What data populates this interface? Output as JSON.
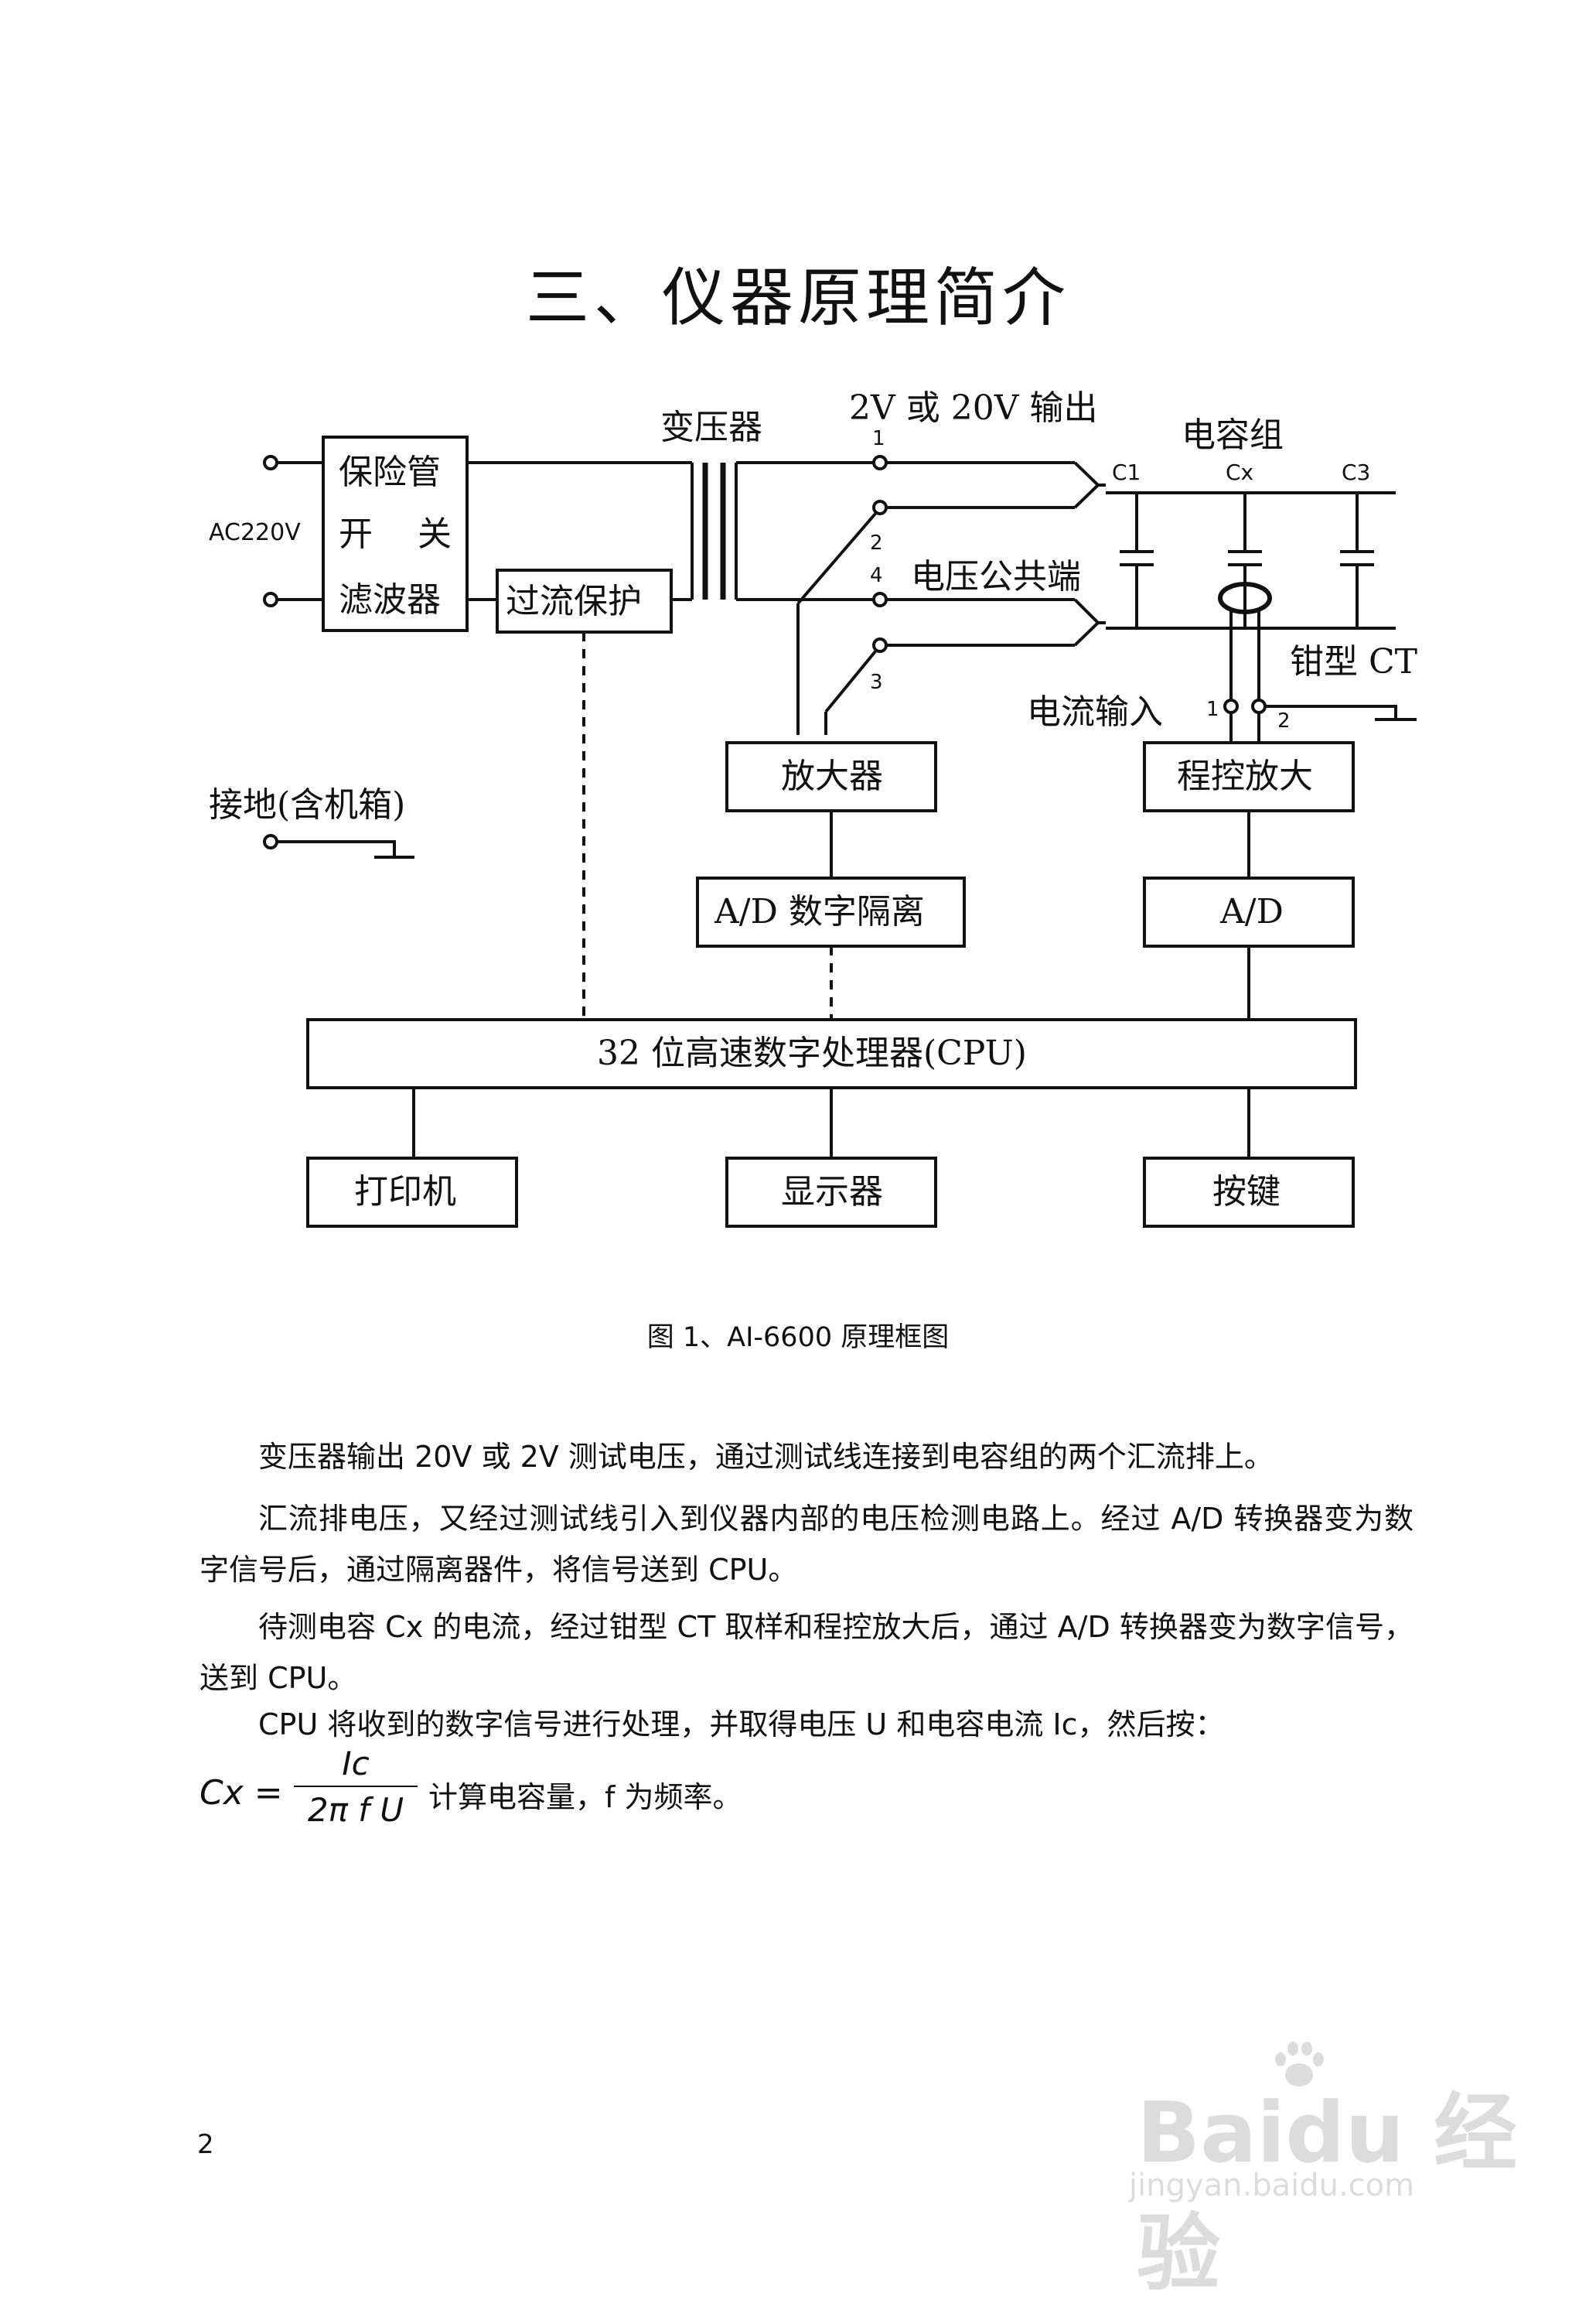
{
  "title": "三、仪器原理简介",
  "diagram": {
    "power_in": "AC220V",
    "fuse": "保险管",
    "switch_left": "开",
    "switch_right": "关",
    "filter": "滤波器",
    "overcurrent": "过流保护",
    "transformer": "变压器",
    "output": "2V 或 20V 输出",
    "common": "电压公共端",
    "cap_group": "电容组",
    "cap1": "C1",
    "capx": "Cx",
    "cap3": "C3",
    "clamp_ct": "钳型 CT",
    "current_in": "电流输入",
    "term1": "1",
    "term2": "2",
    "term3": "3",
    "term4": "4",
    "ct_term1": "1",
    "ct_term2": "2",
    "ground": "接地(含机箱)",
    "amplifier": "放大器",
    "prog_amp": "程控放大",
    "ad_isolation": "A/D 数字隔离",
    "ad": "A/D",
    "cpu": "32 位高速数字处理器(CPU)",
    "printer": "打印机",
    "display": "显示器",
    "keys": "按键"
  },
  "caption": "图 1、AI-6600 原理框图",
  "paragraphs": [
    "变压器输出 20V 或 2V 测试电压，通过测试线连接到电容组的两个汇流排上。",
    "汇流排电压，又经过测试线引入到仪器内部的电压检测电路上。经过 A/D 转换器变为数字信号后，通过隔离器件，将信号送到 CPU。",
    "待测电容 Cx 的电流，经过钳型 CT 取样和程控放大后，通过 A/D 转换器变为数字信号，送到 CPU。",
    "CPU 将收到的数字信号进行处理，并取得电压 U 和电容电流 Ic，然后按："
  ],
  "formula": {
    "lhs": "Cx =",
    "numerator": "Ic",
    "denominator": "2π f U",
    "text": "计算电容量，f 为频率。"
  },
  "page_number": "2",
  "watermark": {
    "brand": "Baidu 经验",
    "url": "jingyan.baidu.com"
  }
}
